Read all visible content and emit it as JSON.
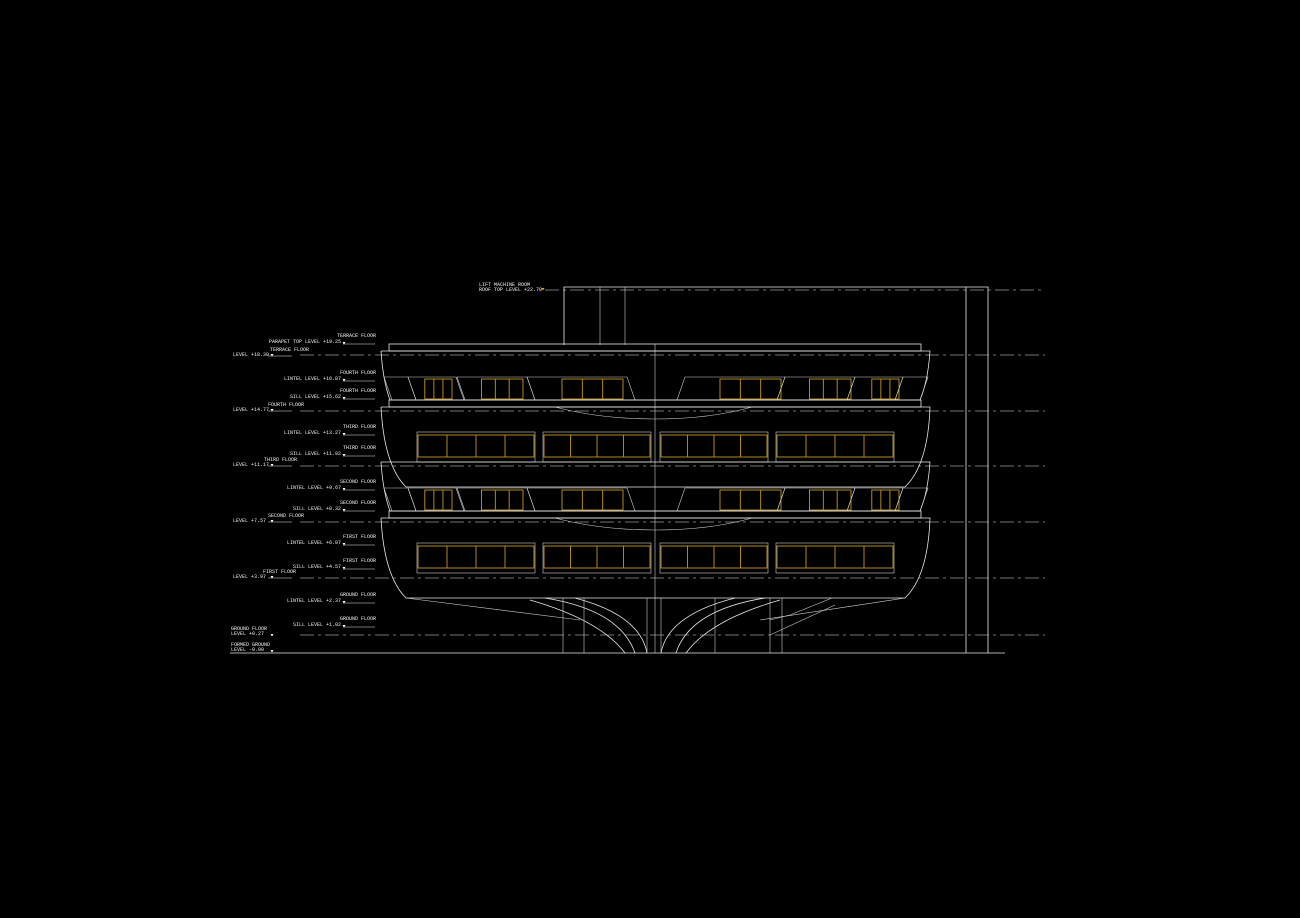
{
  "drawing": {
    "type": "architectural-elevation",
    "colors": {
      "background": "#000000",
      "line": "#e8e8e8",
      "datum": "#9a9a9a",
      "glazing": "#c8961e"
    }
  },
  "roof": {
    "title": "LIFT MACHINE ROOM",
    "text": "ROOF TOP LEVEL +22.70"
  },
  "parapet": {
    "title": "TERRACE FLOOR",
    "text": "PARAPET TOP LEVEL +19.25"
  },
  "terrace_floor": {
    "title": "TERRACE FLOOR",
    "text": "LEVEL +18.30"
  },
  "fourth_lintel": {
    "title": "FOURTH FLOOR",
    "text": "LINTEL LEVEL +16.87"
  },
  "fourth_sill": {
    "title": "FOURTH FLOOR",
    "text": "SILL LEVEL +15.62"
  },
  "fourth_floor": {
    "title": "FOURTH FLOOR",
    "text": "LEVEL +14.77"
  },
  "third_lintel": {
    "title": "THIRD FLOOR",
    "text": "LINTEL LEVEL +13.27"
  },
  "third_sill": {
    "title": "THIRD FLOOR",
    "text": "SILL LEVEL +11.92"
  },
  "third_floor": {
    "title": "THIRD FLOOR",
    "text": "LEVEL +11.17"
  },
  "second_lintel": {
    "title": "SECOND FLOOR",
    "text": "LINTEL LEVEL +9.67"
  },
  "second_sill": {
    "title": "SECOND FLOOR",
    "text": "SILL LEVEL +8.32"
  },
  "second_floor": {
    "title": "SECOND FLOOR",
    "text": "LEVEL +7.57"
  },
  "first_lintel": {
    "title": "FIRST FLOOR",
    "text": "LINTEL LEVEL +6.07"
  },
  "first_sill": {
    "title": "FIRST FLOOR",
    "text": "SILL LEVEL +4.57"
  },
  "first_floor": {
    "title": "FIRST FLOOR",
    "text": "LEVEL +3.97"
  },
  "ground_lintel": {
    "title": "GROUND FLOOR",
    "text": "LINTEL LEVEL +2.37"
  },
  "ground_sill": {
    "title": "GROUND FLOOR",
    "text": "SILL LEVEL +1.02"
  },
  "ground_floor": {
    "title": "GROUND FLOOR",
    "text": "LEVEL +0.27"
  },
  "formed_ground": {
    "title": "FORMED GROUND",
    "text": "LEVEL -0.90"
  }
}
